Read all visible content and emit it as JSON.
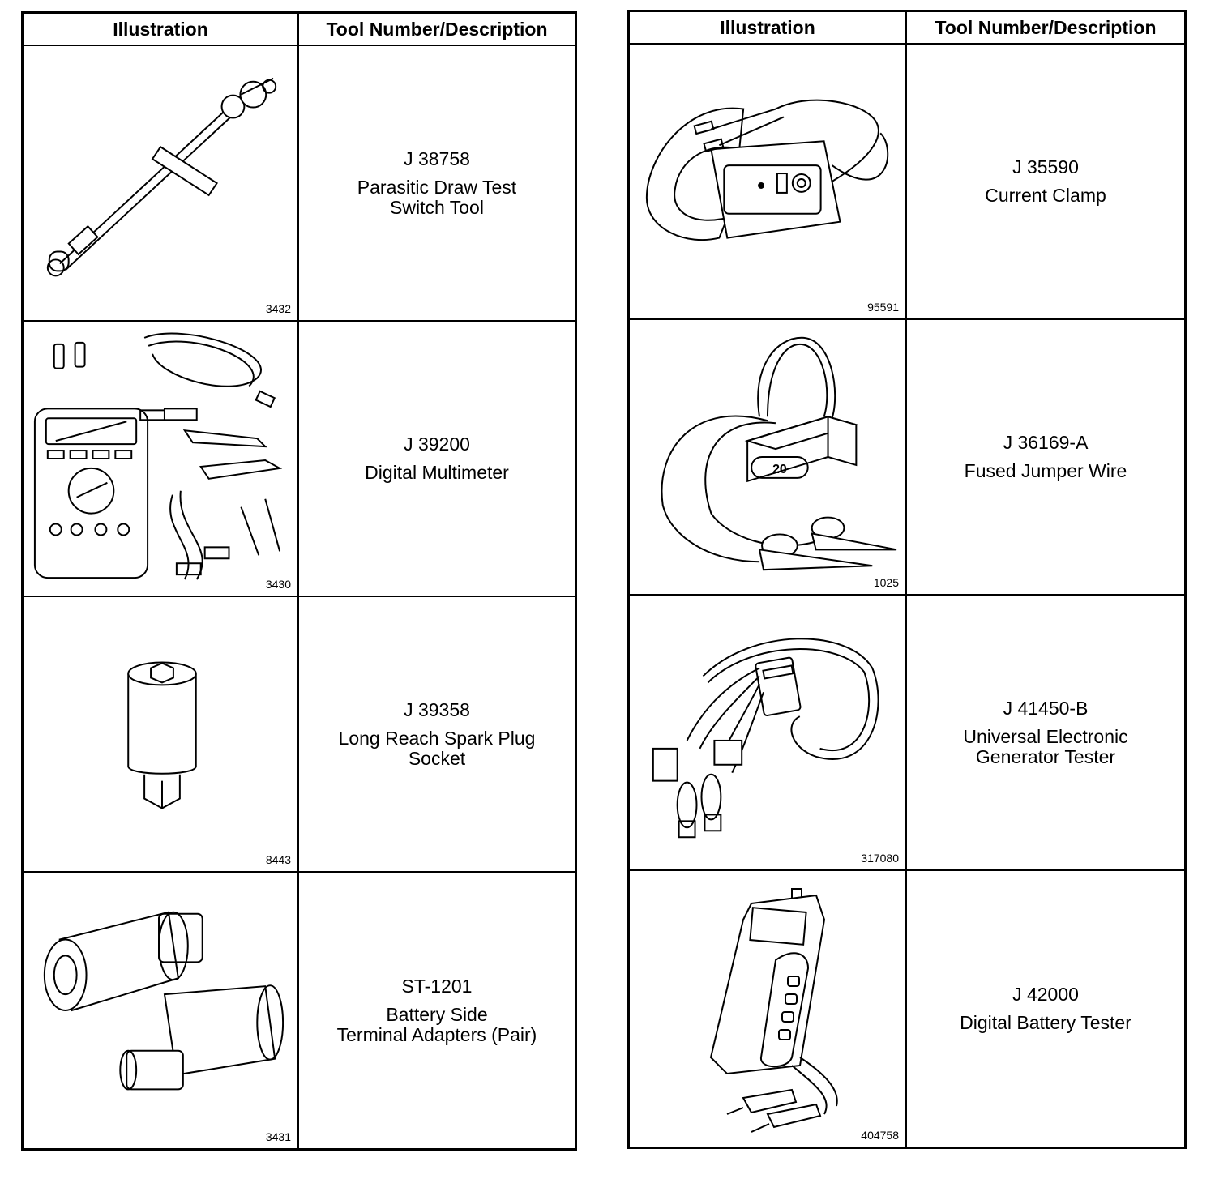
{
  "headers": {
    "illustration": "Illustration",
    "tool": "Tool Number/Description"
  },
  "left": [
    {
      "number": "J 38758",
      "description": "Parasitic Draw Test\nSwitch Tool",
      "figure": "3432",
      "icon": "parasitic-draw-switch-icon"
    },
    {
      "number": "J 39200",
      "description": "Digital Multimeter",
      "figure": "3430",
      "icon": "multimeter-icon"
    },
    {
      "number": "J 39358",
      "description": "Long Reach Spark Plug\nSocket",
      "figure": "8443",
      "icon": "spark-plug-socket-icon"
    },
    {
      "number": "ST-1201",
      "description": "Battery Side\nTerminal Adapters (Pair)",
      "figure": "3431",
      "icon": "terminal-adapters-icon"
    }
  ],
  "right": [
    {
      "number": "J 35590",
      "description": "Current Clamp",
      "figure": "95591",
      "icon": "current-clamp-icon"
    },
    {
      "number": "J 36169-A",
      "description": "Fused Jumper Wire",
      "figure": "1025",
      "icon": "fused-jumper-wire-icon",
      "fuse_label": "20"
    },
    {
      "number": "J 41450-B",
      "description": "Universal Electronic\nGenerator Tester",
      "figure": "317080",
      "icon": "generator-tester-icon"
    },
    {
      "number": "J 42000",
      "description": "Digital Battery Tester",
      "figure": "404758",
      "icon": "battery-tester-icon"
    }
  ]
}
